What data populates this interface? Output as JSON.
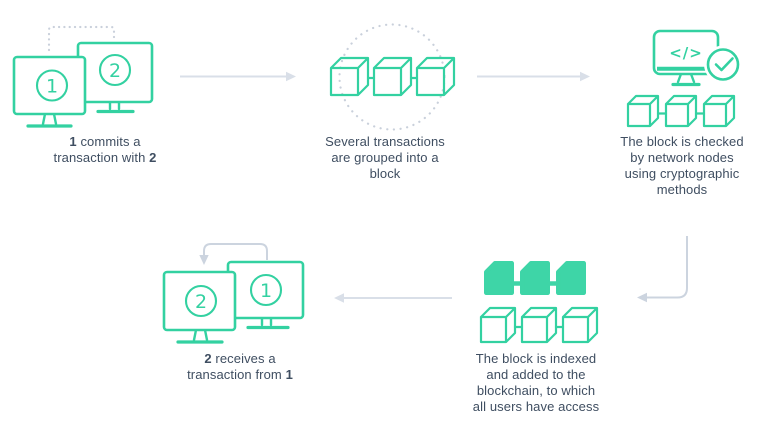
{
  "colors": {
    "green": "#33d1a1",
    "green-fill": "#3ed5a7",
    "arrow": "#d9dfe8",
    "arrow-dark": "#ccd4df",
    "dots": "#c9d0db",
    "text": "#3f4e61"
  },
  "steps": [
    {
      "name": "commit-transaction",
      "front_label": "1",
      "back_label": "2",
      "caption": [
        [
          {
            "t": "1",
            "b": true
          },
          {
            "t": " commits a"
          }
        ],
        [
          {
            "t": "transaction with "
          },
          {
            "t": "2",
            "b": true
          }
        ]
      ]
    },
    {
      "name": "group-transactions",
      "caption": [
        [
          {
            "t": "Several transactions"
          }
        ],
        [
          {
            "t": "are grouped into a"
          }
        ],
        [
          {
            "t": "block"
          }
        ]
      ]
    },
    {
      "name": "check-block",
      "code_glyph": "</>",
      "caption": [
        [
          {
            "t": "The block is checked"
          }
        ],
        [
          {
            "t": "by network nodes"
          }
        ],
        [
          {
            "t": "using cryptographic"
          }
        ],
        [
          {
            "t": "methods"
          }
        ]
      ]
    },
    {
      "name": "index-block",
      "caption": [
        [
          {
            "t": "The block is indexed"
          }
        ],
        [
          {
            "t": "and added to the"
          }
        ],
        [
          {
            "t": "blockchain, to which"
          }
        ],
        [
          {
            "t": "all users have access"
          }
        ]
      ]
    },
    {
      "name": "receive-transaction",
      "front_label": "2",
      "back_label": "1",
      "caption": [
        [
          {
            "t": "2",
            "b": true
          },
          {
            "t": " receives a"
          }
        ],
        [
          {
            "t": "transaction from "
          },
          {
            "t": "1",
            "b": true
          }
        ]
      ]
    }
  ]
}
